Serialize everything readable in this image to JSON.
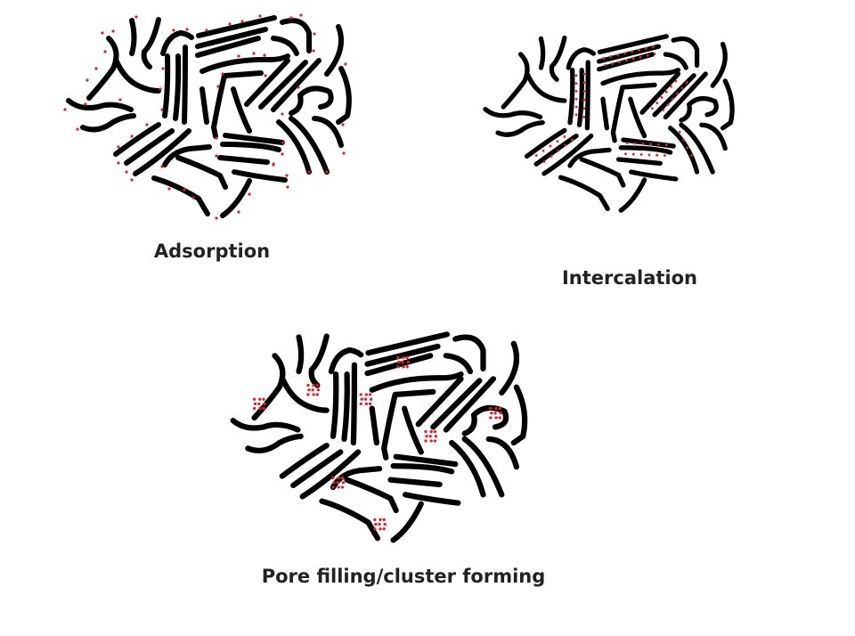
{
  "panels": [
    {
      "label": "Adsorption"
    },
    {
      "label": "Intercalation"
    },
    {
      "label": "Pore filling/cluster forming"
    }
  ],
  "colors": {
    "strands": "#000000",
    "guest_dots": "#e0202a",
    "label": "#222222"
  }
}
